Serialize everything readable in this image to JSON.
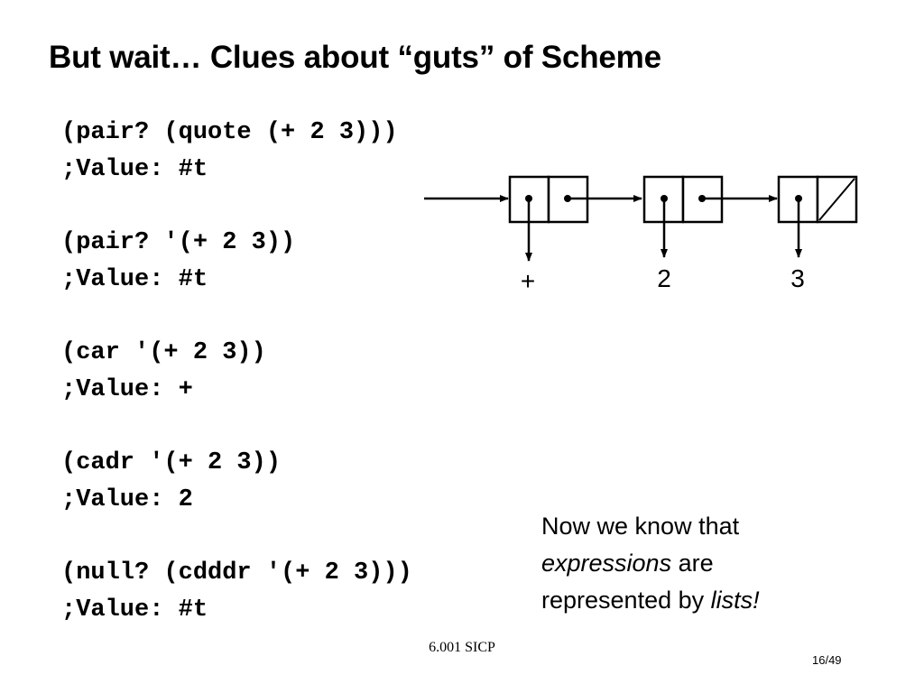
{
  "slide": {
    "title": "But wait… Clues about “guts” of Scheme",
    "code": [
      {
        "expr": "(pair? (quote (+ 2 3)))",
        "result": ";Value: #t"
      },
      {
        "expr": "(pair? '(+ 2 3))",
        "result": ";Value: #t"
      },
      {
        "expr": "(car '(+ 2 3))",
        "result": ";Value: +"
      },
      {
        "expr": "(cadr '(+ 2 3))",
        "result": ";Value: 2"
      },
      {
        "expr": "(null? (cdddr '(+ 2 3)))",
        "result": ";Value: #t"
      }
    ],
    "diagram": {
      "elements": [
        "+",
        "2",
        "3"
      ]
    },
    "conclusion": {
      "line1": "Now we know that",
      "expressions": "expressions",
      "are": " are",
      "represented_by": "represented by ",
      "lists": "lists!"
    },
    "footer": "6.001 SICP",
    "page": "16/49"
  }
}
